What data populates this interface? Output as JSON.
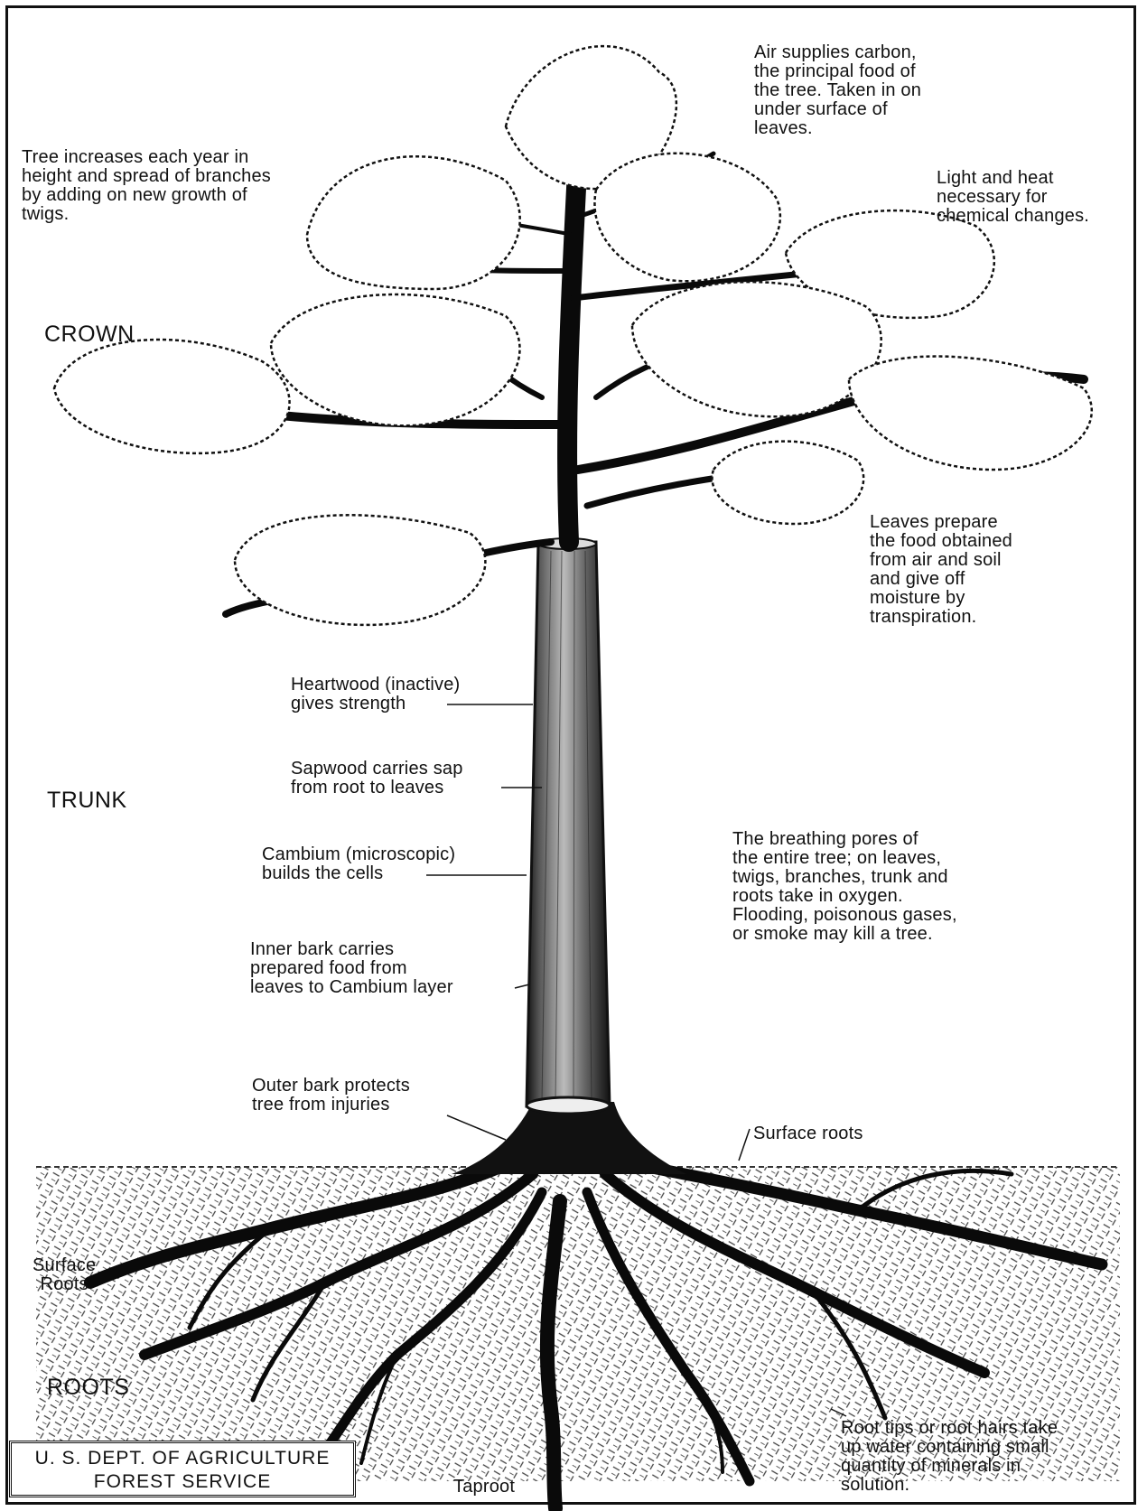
{
  "sections": {
    "crown": "CROWN",
    "trunk": "TRUNK",
    "roots": "ROOTS"
  },
  "annotations": {
    "air_carbon": "Air supplies carbon,\nthe principal food of\nthe tree.  Taken in on\nunder surface of\nleaves.",
    "growth": "Tree increases each year in\nheight and spread of branches\nby adding on new growth of\ntwigs.",
    "light_heat": "Light and heat\nnecessary for\nchemical changes.",
    "leaves": "Leaves prepare\nthe food obtained\nfrom air and soil\nand give off\nmoisture by\ntranspiration.",
    "heartwood": "Heartwood (inactive)\ngives strength",
    "sapwood": "Sapwood carries sap\nfrom root to leaves",
    "cambium": "Cambium (microscopic)\nbuilds the cells",
    "inner_bark": "Inner bark carries\nprepared food from\nleaves to Cambium layer",
    "outer_bark": "Outer bark protects\ntree from injuries",
    "breathing_pores": "The breathing pores of\nthe entire tree; on leaves,\ntwigs, branches, trunk and\nroots take in oxygen.\nFlooding, poisonous gases,\nor smoke may kill a tree.",
    "surface_roots_right": "Surface roots",
    "surface_roots_left": "Surface\nRoots",
    "root_tips": "Root tips or root hairs take\nup water containing small\nquantity of minerals in\nsolution.",
    "taproot": "Taproot"
  },
  "credit": {
    "line1": "U. S. DEPT. OF AGRICULTURE",
    "line2": "FOREST SERVICE"
  }
}
